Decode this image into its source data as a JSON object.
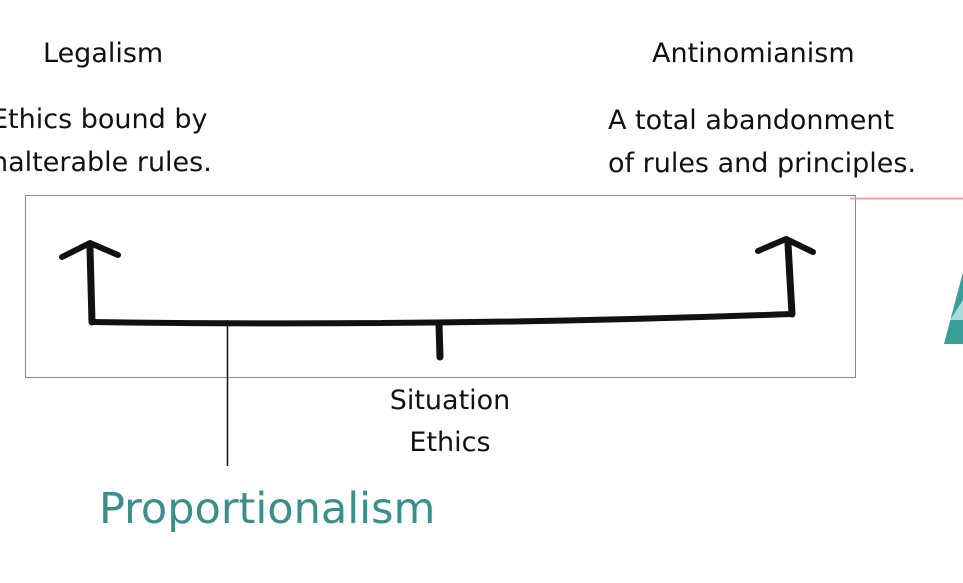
{
  "legalism": {
    "title": "Legalism",
    "description_lines": [
      "Ethics bound by",
      "nalterable rules."
    ]
  },
  "antinomianism": {
    "title": "Antinomianism",
    "description_lines": [
      "A total abandonment",
      "of rules and principles."
    ]
  },
  "situation_ethics": {
    "lines": [
      "Situation",
      "Ethics"
    ]
  },
  "proportionalism": {
    "label": "Proportionalism"
  },
  "colors": {
    "text": "#111111",
    "proportionalism": "#3a8f8c",
    "frame": "#888888",
    "pink_rule": "#e8a0a8",
    "teal_shape": "#3a9e9a"
  }
}
